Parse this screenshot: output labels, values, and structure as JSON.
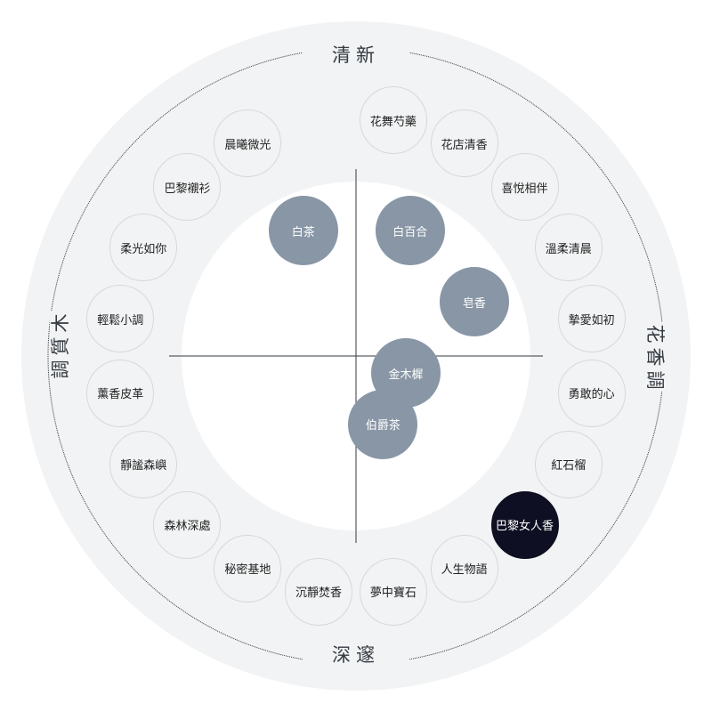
{
  "axes": {
    "top": "清新",
    "bottom": "深邃",
    "left": [
      "木",
      "質",
      "調"
    ],
    "right": [
      "花",
      "香",
      "調"
    ]
  },
  "colors": {
    "outer_ring": "#f2f3f4",
    "ring_border": "#d6d8da",
    "note_fill": "#8896a6",
    "active_fill": "#0e0f22",
    "line": "#333a40"
  },
  "ring_items": [
    {
      "label": "花舞芍藥"
    },
    {
      "label": "花店清香"
    },
    {
      "label": "喜悅相伴"
    },
    {
      "label": "溫柔清晨"
    },
    {
      "label": "摯愛如初"
    },
    {
      "label": "勇敢的心"
    },
    {
      "label": "紅石榴"
    },
    {
      "label": "巴黎女人香",
      "active": true
    },
    {
      "label": "人生物語"
    },
    {
      "label": "夢中寶石"
    },
    {
      "label": "沉靜焚香"
    },
    {
      "label": "秘密基地"
    },
    {
      "label": "森林深處"
    },
    {
      "label": "靜謐森嶼"
    },
    {
      "label": "薰香皮革"
    },
    {
      "label": "輕鬆小調"
    },
    {
      "label": "柔光如你"
    },
    {
      "label": "巴黎襯衫"
    },
    {
      "label": "晨曦微光"
    }
  ],
  "notes": [
    {
      "label": "白茶",
      "floral": -0.37,
      "fresh": 0.88
    },
    {
      "label": "白百合",
      "floral": 0.38,
      "fresh": 0.88
    },
    {
      "label": "皂香",
      "floral": 0.83,
      "fresh": 0.38
    },
    {
      "label": "金木樨",
      "floral": 0.35,
      "fresh": -0.12
    },
    {
      "label": "伯爵茶",
      "floral": 0.19,
      "fresh": -0.48
    }
  ]
}
